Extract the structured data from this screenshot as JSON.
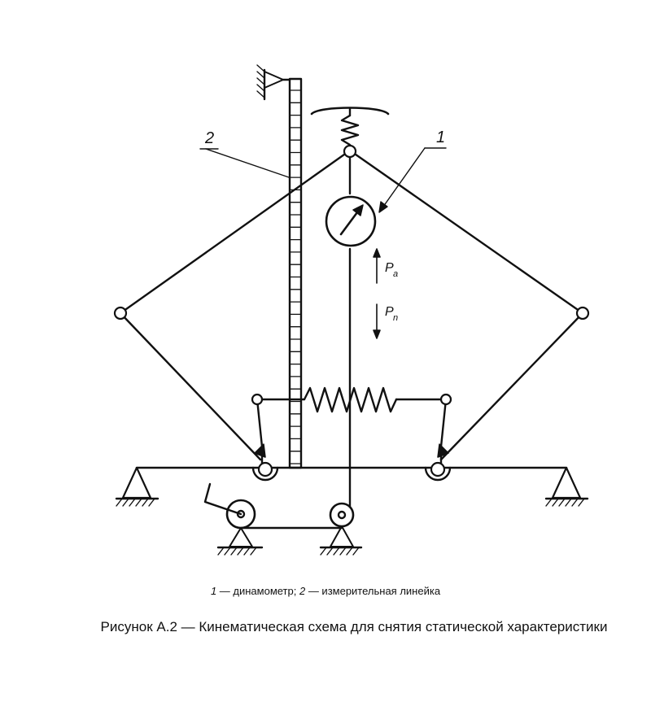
{
  "labels": {
    "dynamometer_number": "1",
    "ruler_number": "2",
    "force_up_main": "P",
    "force_up_sub": "a",
    "force_down_main": "P",
    "force_down_sub": "n"
  },
  "legend": {
    "item1_number": "1",
    "item1_text": " — динамометр; ",
    "item2_number": "2",
    "item2_text": " — измерительная линейка"
  },
  "caption": "Рисунок А.2 — Кинематическая схема для снятия статической характеристики"
}
